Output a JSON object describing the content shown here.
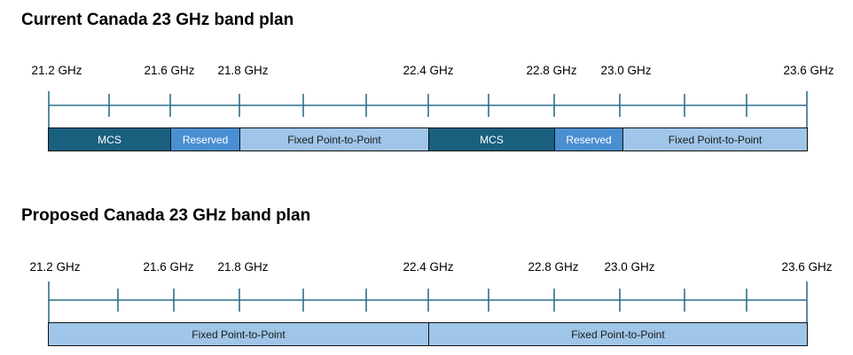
{
  "diagrams": [
    {
      "title": "Current Canada 23 GHz band plan",
      "freq_labels": [
        "21.2 GHz",
        "21.6 GHz",
        "21.8 GHz",
        "22.4 GHz",
        "22.8 GHz",
        "23.0 GHz",
        "23.6 GHz"
      ],
      "bands": [
        {
          "label": "MCS",
          "start_ghz": 21.2,
          "end_ghz": 21.6,
          "color": "#19607f"
        },
        {
          "label": "Reserved",
          "start_ghz": 21.6,
          "end_ghz": 21.8,
          "color": "#4a8fd1"
        },
        {
          "label": "Fixed Point-to-Point",
          "start_ghz": 21.8,
          "end_ghz": 22.4,
          "color": "#9fc5e8"
        },
        {
          "label": "MCS",
          "start_ghz": 22.4,
          "end_ghz": 22.8,
          "color": "#19607f"
        },
        {
          "label": "Reserved",
          "start_ghz": 22.8,
          "end_ghz": 23.0,
          "color": "#4a8fd1"
        },
        {
          "label": "Fixed Point-to-Point",
          "start_ghz": 23.0,
          "end_ghz": 23.6,
          "color": "#9fc5e8"
        }
      ]
    },
    {
      "title": "Proposed Canada 23 GHz band plan",
      "freq_labels": [
        "21.2 GHz",
        "21.6 GHz",
        "21.8 GHz",
        "22.4 GHz",
        "22.8 GHz",
        "23.0 GHz",
        "23.6 GHz"
      ],
      "bands": [
        {
          "label": "Fixed Point-to-Point",
          "start_ghz": 21.2,
          "end_ghz": 22.4,
          "color": "#9fc5e8"
        },
        {
          "label": "Fixed Point-to-Point",
          "start_ghz": 22.4,
          "end_ghz": 23.6,
          "color": "#9fc5e8"
        }
      ]
    }
  ],
  "axis_color": "#2e6f88"
}
